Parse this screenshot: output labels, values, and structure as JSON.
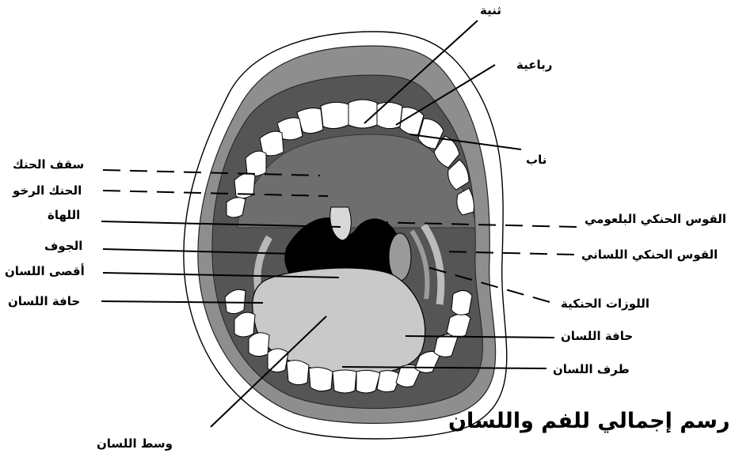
{
  "title": "رسم إجمالي للفم واللسان",
  "labels": {
    "central_incisor": "ثنية",
    "lateral_incisor": "رباعية",
    "canine": "ناب",
    "hard_palate": "سقف الحنك",
    "soft_palate": "الحنك الرخو",
    "uvula": "اللهاة",
    "cavity": "الجوف",
    "tongue_back": "أقصى اللسان",
    "tongue_edge_left": "حافة اللسان",
    "palatopharyngeal_arch": "القوس الحنكي البلعومي",
    "palatoglossal_arch": "القوس الحنكي اللساني",
    "palatine_tonsils": "اللوزات الحنكية",
    "tongue_edge_right": "حافة اللسان",
    "tongue_tip": "طرف اللسان",
    "tongue_middle": "وسط اللسان"
  }
}
